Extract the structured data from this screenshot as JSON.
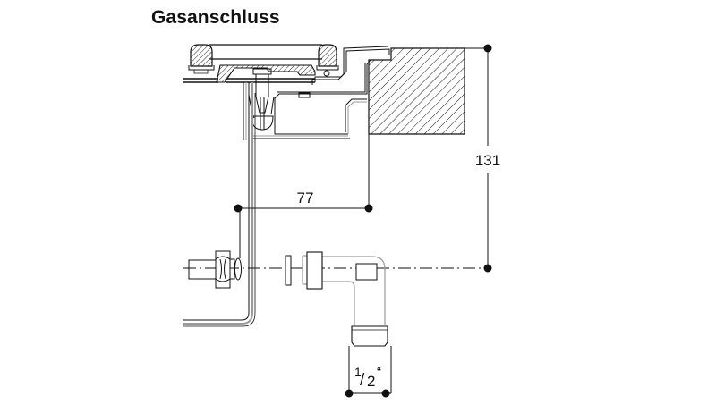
{
  "title": "Gasanschluss",
  "dimensions": {
    "height_label": "131",
    "depth_label": "77",
    "thread_numerator": "1",
    "thread_denominator": "2",
    "thread_unit": "“"
  },
  "colors": {
    "line": "#111111",
    "gray_line": "#9a9a9a",
    "background": "#ffffff"
  }
}
